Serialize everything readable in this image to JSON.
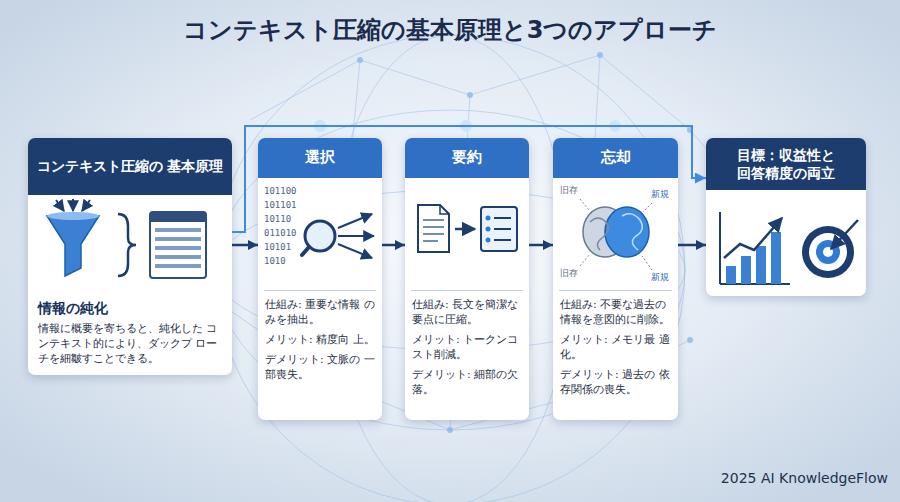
{
  "diagram": {
    "title": "コンテキスト圧縮の基本原理と3つのアプローチ",
    "nodes": [
      {
        "text": [
          "コンテキスト圧縮の 基本原理",
          "情報の純化",
          "情報に概要を寄ちると、純化した コンテキスト的により、ダックプ ローチを細皺すことできる。"
        ]
      },
      {
        "text": [
          "選択",
          "仕組み: 重要な情報 のみを抽出。",
          "メリット: 精度向 上。",
          "デメリット: 文脈の 一部喪失。"
        ]
      },
      {
        "text": [
          "要約",
          "仕組み: 長文を簡潔な 要点に圧縮。",
          "メリット: トークンコ スト削減。",
          "デメリット: 細部の欠 落。"
        ]
      },
      {
        "text": [
          "忘却",
          "仕組み: 不要な過去の 情報を意図的に削除。",
          "メリット: メモリ最 適化。",
          "デメリット: 過去の 依存関係の喪失。"
        ]
      },
      {
        "text": [
          "目標：収益性と 回答精度の両立"
        ]
      }
    ],
    "edges": [
      {
        "from": 0,
        "to": 1,
        "arrow": "to"
      },
      {
        "from": 1,
        "to": 2,
        "arrow": "to"
      },
      {
        "from": 2,
        "to": 3,
        "arrow": "to"
      },
      {
        "from": 3,
        "to": 4,
        "arrow": "to"
      },
      {
        "from": 0,
        "to": 4,
        "arrow": "to"
      }
    ],
    "labels": [
      "101100",
      "101101",
      "10110",
      "011010",
      "10101",
      "1010",
      "旧存",
      "新規",
      "旧存",
      "新規",
      "2025 AI KnowledgeFlow"
    ]
  }
}
